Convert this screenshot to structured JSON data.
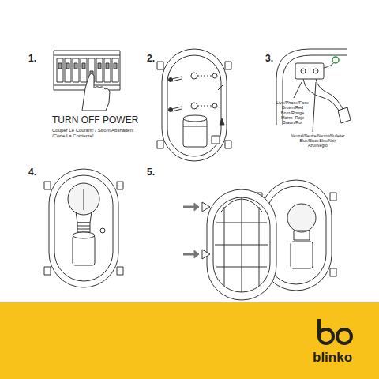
{
  "diagram": {
    "nodes": [
      {
        "text": [
          "blinko"
        ]
      }
    ],
    "labels": [
      "1.",
      "TURN OFF POWER",
      "Couper Le Courant! / Strom Abshalten! /Corte La Corriente!",
      "2.",
      "3.",
      "Live/Phase/Fase Brown/Red Brun/Rouge Marrn -Rojo Braun/Rot",
      "Neutral/Neutre/Neutro/Nulleiter Blue/Black Bleu/Noir Azul/Negro",
      "4.",
      "5."
    ]
  }
}
